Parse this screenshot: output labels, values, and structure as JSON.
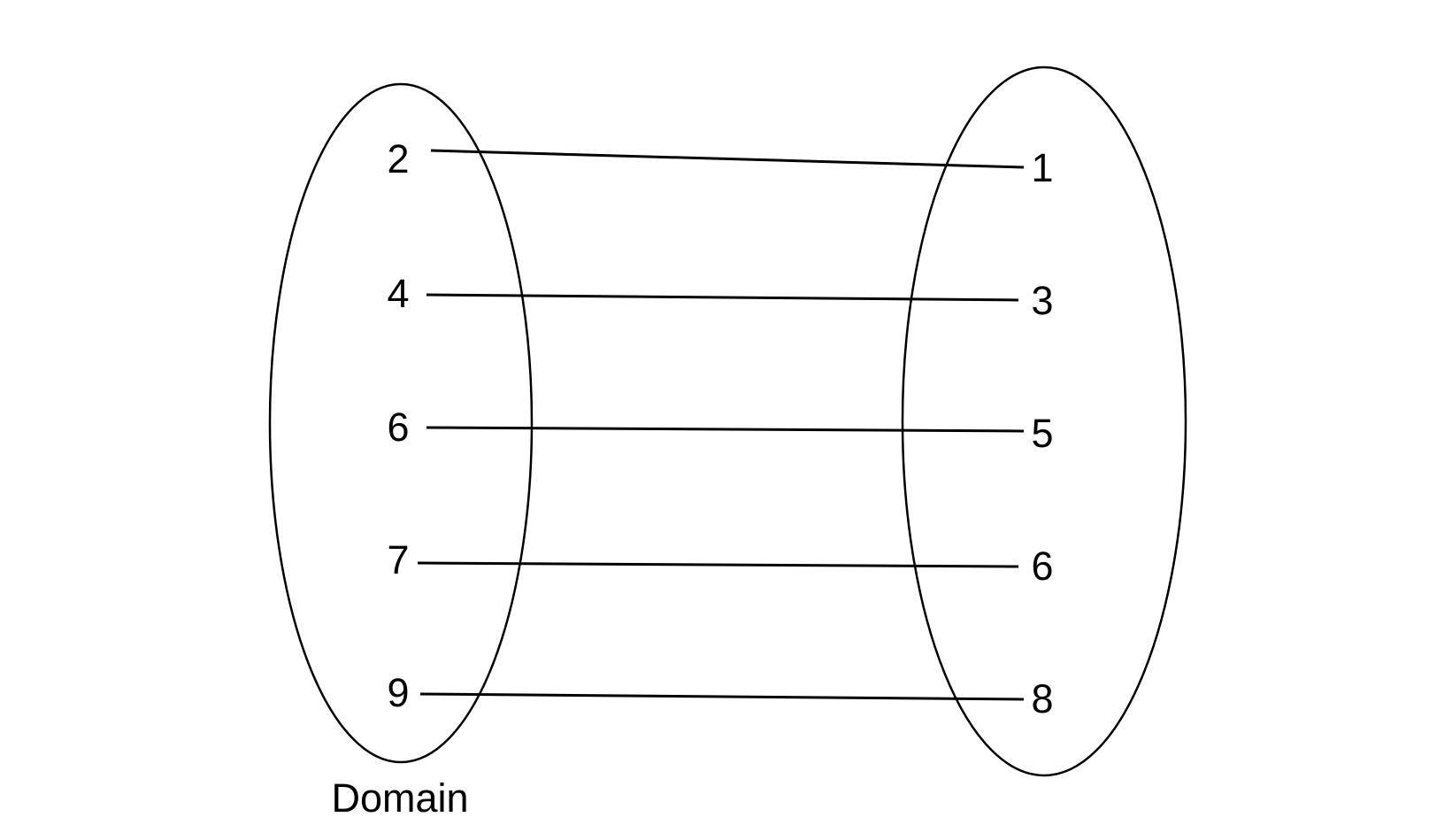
{
  "domain_label": "Domain",
  "domain_values": [
    "2",
    "4",
    "6",
    "7",
    "9"
  ],
  "range_values": [
    "1",
    "3",
    "5",
    "6",
    "8"
  ],
  "mappings": [
    {
      "from": "2",
      "to": "1"
    },
    {
      "from": "4",
      "to": "3"
    },
    {
      "from": "6",
      "to": "5"
    },
    {
      "from": "7",
      "to": "6"
    },
    {
      "from": "9",
      "to": "8"
    }
  ]
}
